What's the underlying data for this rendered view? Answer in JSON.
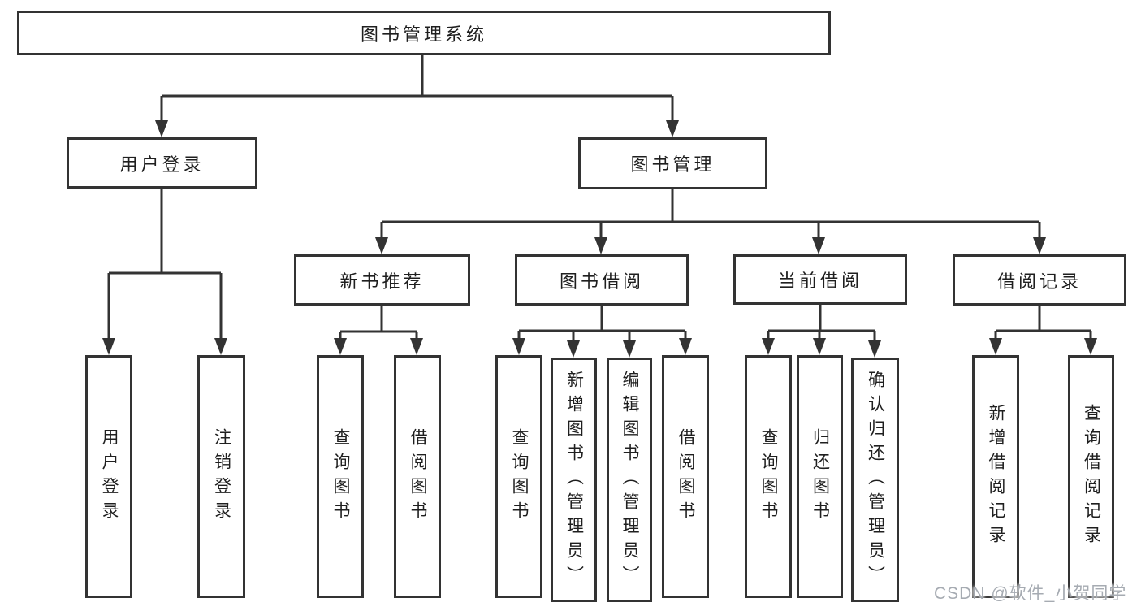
{
  "colors": {
    "line": "#333333",
    "ink": "#1f1f1f",
    "watermark": "#a6abb2",
    "canvas": "#ffffff"
  },
  "nodes": {
    "root": {
      "label": "图书管理系统"
    },
    "level2": {
      "user_login": {
        "label": "用户登录"
      },
      "book_management": {
        "label": "图书管理"
      }
    },
    "level3": {
      "new_book_recommend": {
        "label": "新书推荐"
      },
      "book_borrowing": {
        "label": "图书借阅"
      },
      "current_borrowing": {
        "label": "当前借阅"
      },
      "borrowing_records": {
        "label": "借阅记录"
      }
    },
    "leaves": {
      "user_login": {
        "label": "用户登录"
      },
      "logout": {
        "label": "注销登录"
      },
      "recommend_query_books": {
        "label": "查询图书"
      },
      "recommend_borrow_books": {
        "label": "借阅图书"
      },
      "borrowing_query_books": {
        "label": "查询图书"
      },
      "borrowing_add_books_admin": {
        "label": "新增图书（管理员）"
      },
      "borrowing_edit_books_admin": {
        "label": "编辑图书（管理员）"
      },
      "borrowing_borrow_books": {
        "label": "借阅图书"
      },
      "current_query_books": {
        "label": "查询图书"
      },
      "current_return_books": {
        "label": "归还图书"
      },
      "current_confirm_return_admin": {
        "label": "确认归还（管理员）"
      },
      "records_add_record": {
        "label": "新增借阅记录"
      },
      "records_query_record": {
        "label": "查询借阅记录"
      }
    }
  },
  "watermark": {
    "text": "CSDN @软件_小贺同学"
  }
}
